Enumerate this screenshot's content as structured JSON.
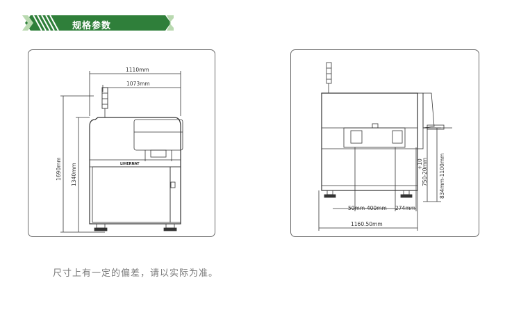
{
  "header": {
    "title": "规格参数"
  },
  "front_view": {
    "width_outer": "1110mm",
    "width_inner": "1073mm",
    "height_total": "1690mm",
    "height_body": "1340mm",
    "brand": "LIHERNAT"
  },
  "side_view": {
    "adjust_range": "50mm-400mm",
    "offset": "274mm",
    "depth": "1160.50mm",
    "rail_height_tol": "+10\n750-20mm",
    "rail_height_tol_top": "+10",
    "rail_height_tol_bottom": "750-20mm",
    "height_range": "834mm-1100mm"
  },
  "footer": {
    "note": "尺寸上有一定的偏差，请以实际为准。"
  },
  "colors": {
    "header_green": "#2f7f3a",
    "header_light": "#b9d9b0",
    "line": "#333333"
  }
}
